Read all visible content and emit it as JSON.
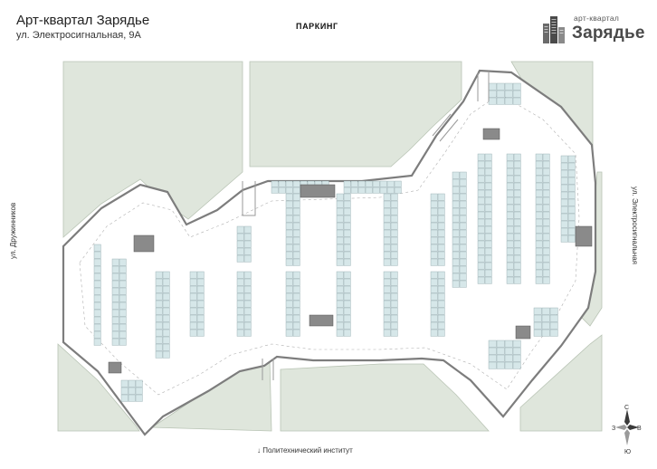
{
  "header": {
    "title": "Арт-квартал Зарядье",
    "address": "ул. Электросигнальная, 9А",
    "plan_title": "ПАРКИНГ"
  },
  "logo": {
    "top_text": "арт-квартал",
    "main_text": "Зарядье"
  },
  "streets": {
    "left": "ул. Дружинников",
    "right": "ул. Электросигнальная",
    "bottom": "↓ Политехнический институт"
  },
  "compass": {
    "north": "С",
    "south": "Ю",
    "east": "В",
    "west": "З"
  },
  "colors": {
    "grass": "#dfe6dc",
    "grass_stroke": "#b9c4b5",
    "floor": "#ffffff",
    "parking_spot": "#d6e7e9",
    "spot_stroke": "#8ea7ab",
    "core": "#8a8a8a",
    "wall": "#7d7d7d"
  }
}
